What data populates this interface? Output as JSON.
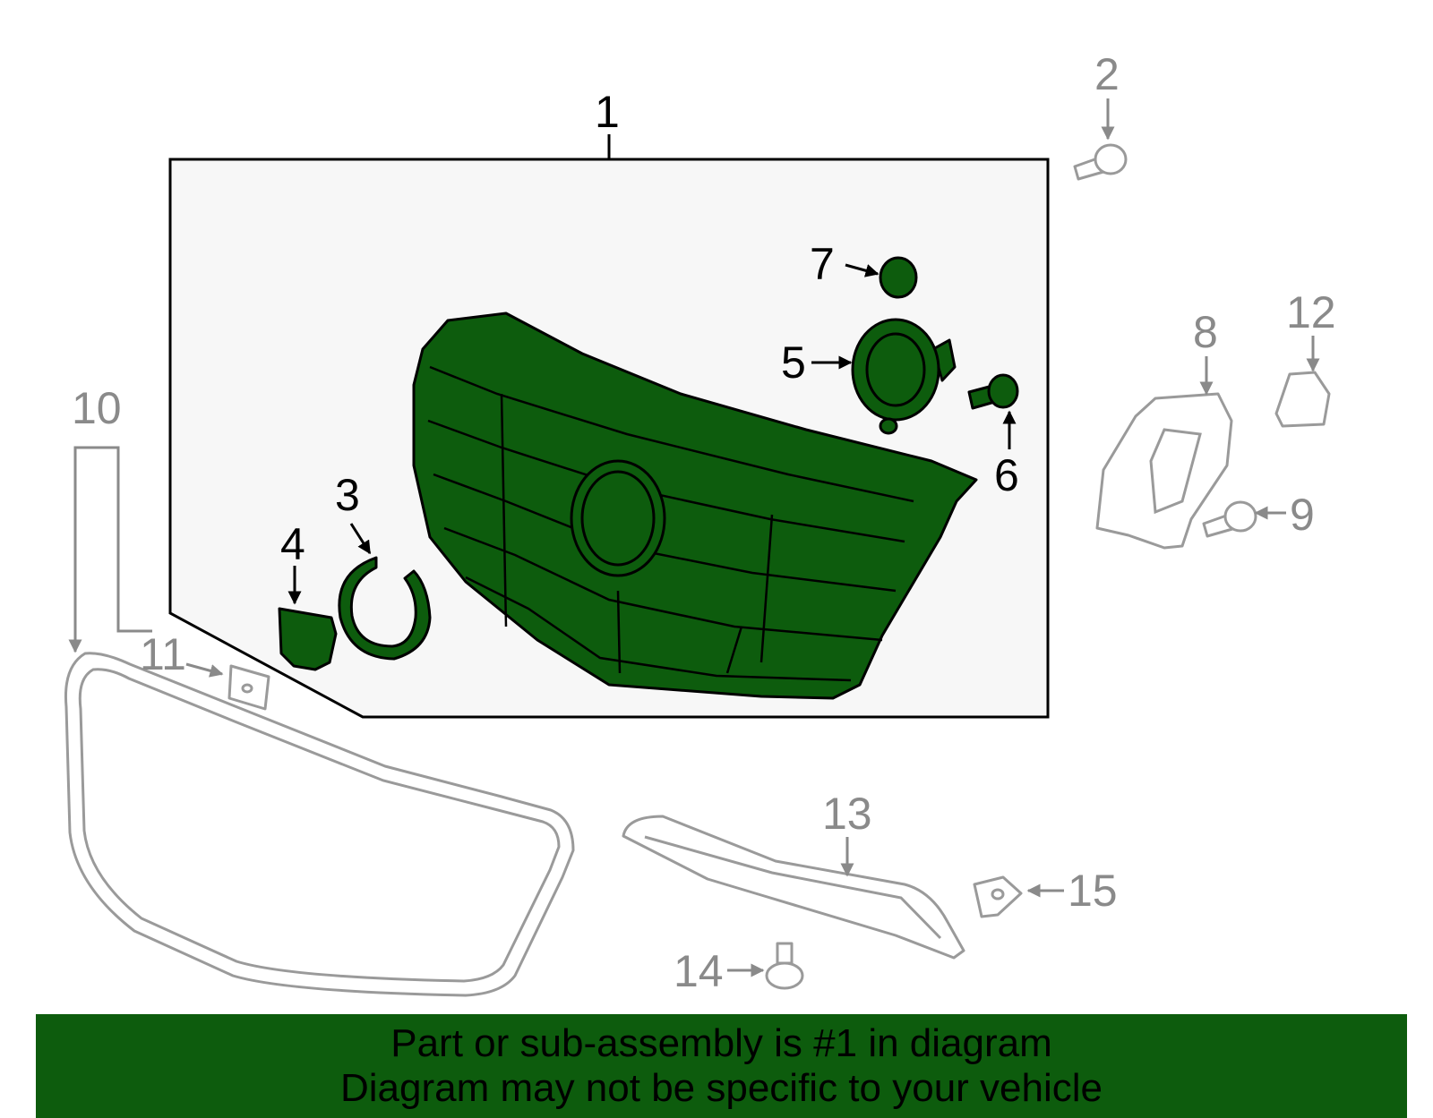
{
  "callouts": {
    "c1": "1",
    "c2": "2",
    "c3": "3",
    "c4": "4",
    "c5": "5",
    "c6": "6",
    "c7": "7",
    "c8": "8",
    "c9": "9",
    "c10": "10",
    "c11": "11",
    "c12": "12",
    "c13": "13",
    "c14": "14",
    "c15": "15"
  },
  "highlight": {
    "part_number": "1",
    "color": "#0d5c0d",
    "inactive_color": "#9a9a9a"
  },
  "banner": {
    "line1": "Part or sub-assembly is #1 in diagram",
    "line2": "Diagram may not be specific to your vehicle"
  }
}
